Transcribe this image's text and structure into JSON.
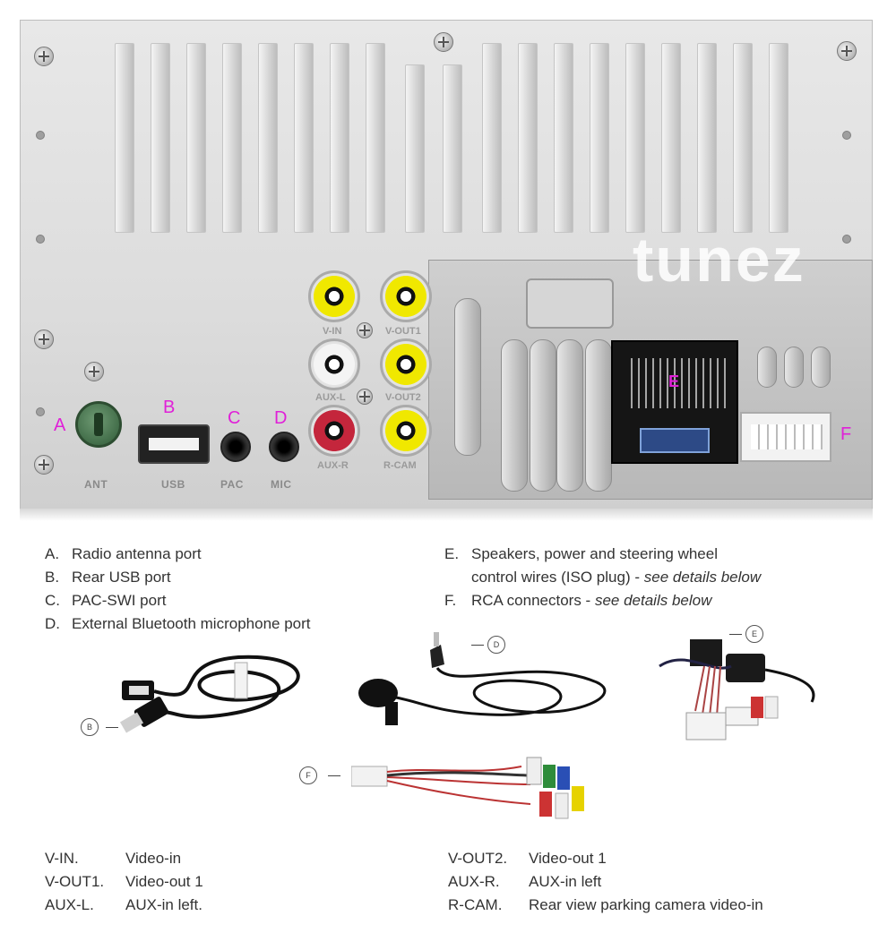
{
  "logo_text": "tunez",
  "ports": {
    "A": {
      "letter": "A",
      "label": "ANT"
    },
    "B": {
      "letter": "B",
      "label": "USB"
    },
    "C": {
      "letter": "C",
      "label": "PAC"
    },
    "D": {
      "letter": "D",
      "label": "MIC"
    },
    "E": {
      "letter": "E"
    },
    "F": {
      "letter": "F"
    }
  },
  "rca": [
    {
      "label": "V-IN",
      "color": "#f0e800"
    },
    {
      "label": "V-OUT1",
      "color": "#f0e800"
    },
    {
      "label": "AUX-L",
      "color": "#f4f4f4"
    },
    {
      "label": "V-OUT2",
      "color": "#f0e800"
    },
    {
      "label": "AUX-R",
      "color": "#c4263c"
    },
    {
      "label": "R-CAM",
      "color": "#f0e800"
    }
  ],
  "legend_left": [
    {
      "key": "A.",
      "text": "Radio antenna port"
    },
    {
      "key": "B.",
      "text": "Rear USB port"
    },
    {
      "key": "C.",
      "text": "PAC-SWI port"
    },
    {
      "key": "D.",
      "text": "External Bluetooth microphone port"
    }
  ],
  "legend_right": {
    "e_key": "E.",
    "e_line1": "Speakers, power and steering wheel",
    "e_line2": "control wires (ISO plug) - ",
    "e_line2_em": "see details below",
    "f_key": "F.",
    "f_text": "RCA connectors - ",
    "f_em": "see details below"
  },
  "callouts": {
    "B": "B",
    "D": "D",
    "E": "E",
    "F": "F"
  },
  "abbr_left": [
    {
      "k": "V-IN.",
      "v": "Video-in"
    },
    {
      "k": "V-OUT1.",
      "v": "Video-out 1"
    },
    {
      "k": "AUX-L.",
      "v": "AUX-in left."
    }
  ],
  "abbr_right": [
    {
      "k": "V-OUT2.",
      "v": "Video-out 1"
    },
    {
      "k": "AUX-R.",
      "v": "AUX-in left"
    },
    {
      "k": "R-CAM.",
      "v": "Rear view parking camera video-in"
    }
  ]
}
